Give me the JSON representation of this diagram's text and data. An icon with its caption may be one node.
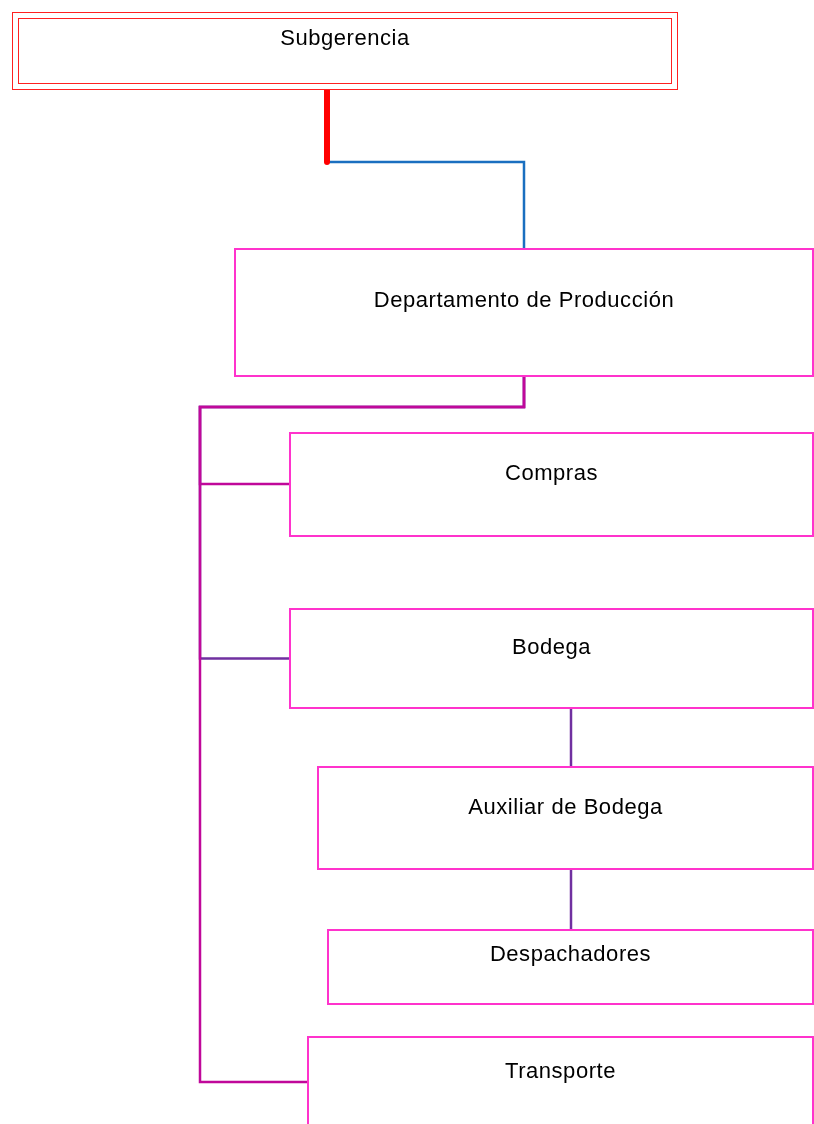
{
  "diagram": {
    "nodes": [
      {
        "text": [
          "Subgerencia"
        ]
      },
      {
        "text": [
          "Departamento de Producción"
        ]
      },
      {
        "text": [
          "Compras"
        ]
      },
      {
        "text": [
          "Bodega"
        ]
      },
      {
        "text": [
          "Auxiliar de Bodega"
        ]
      },
      {
        "text": [
          "Despachadores"
        ]
      },
      {
        "text": [
          "Transporte"
        ]
      }
    ],
    "edges": [
      {
        "from": 0,
        "to": 1,
        "arrow": "none",
        "color": "#1a6fc0"
      },
      {
        "from": 1,
        "to": 2,
        "arrow": "none"
      },
      {
        "from": 1,
        "to": 3,
        "arrow": "none",
        "color": "#7030a0"
      },
      {
        "from": 3,
        "to": 4,
        "arrow": "none",
        "color": "#7030a0"
      },
      {
        "from": 4,
        "to": 5,
        "arrow": "none",
        "color": "#7030a0"
      },
      {
        "from": 1,
        "to": 6,
        "arrow": "none"
      }
    ]
  }
}
